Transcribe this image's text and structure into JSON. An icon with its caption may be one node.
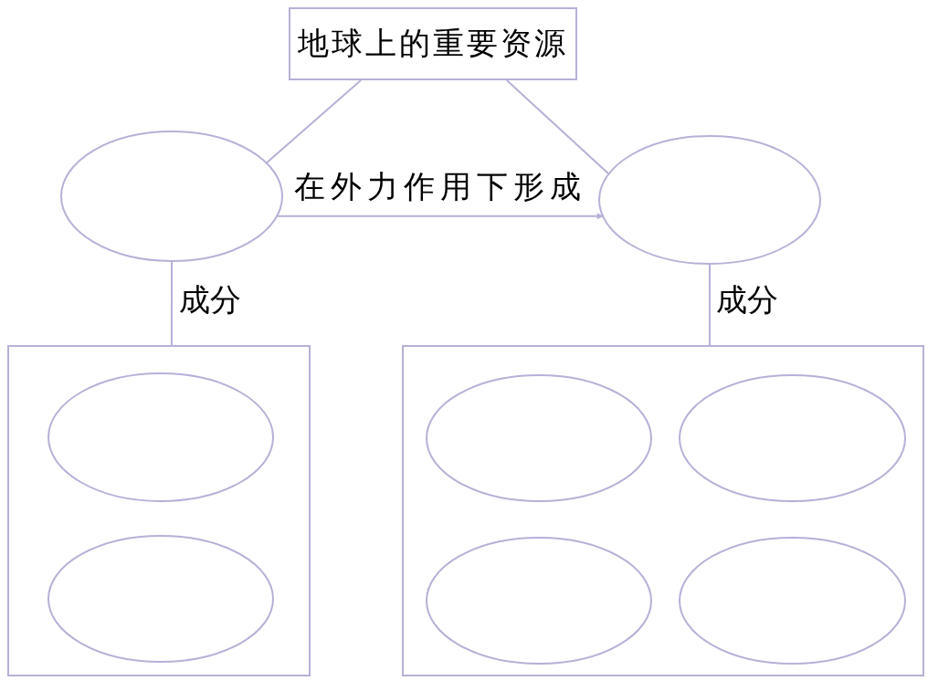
{
  "diagram": {
    "nodes": [
      {
        "text": [
          "地球上的重要资源"
        ]
      },
      {
        "text": [],
        "shape": "ellipse"
      },
      {
        "text": [],
        "shape": "ellipse"
      },
      {
        "text": [],
        "shape": "box"
      },
      {
        "text": [],
        "shape": "ellipse",
        "in": 3
      },
      {
        "text": [],
        "shape": "ellipse",
        "in": 3
      },
      {
        "text": [],
        "shape": "box"
      },
      {
        "text": [],
        "shape": "ellipse",
        "in": 6
      },
      {
        "text": [],
        "shape": "ellipse",
        "in": 6
      },
      {
        "text": [],
        "shape": "ellipse",
        "in": 6
      },
      {
        "text": [],
        "shape": "ellipse",
        "in": 6
      }
    ],
    "edges": [
      {
        "from": 0,
        "to": 1,
        "arrow": "none"
      },
      {
        "from": 0,
        "to": 2,
        "arrow": "none"
      },
      {
        "from": 1,
        "to": 2,
        "arrow": "to",
        "label": "在外力作用下形成"
      },
      {
        "from": 1,
        "to": 3,
        "arrow": "none",
        "label": "成分"
      },
      {
        "from": 2,
        "to": 6,
        "arrow": "none",
        "label": "成分"
      }
    ]
  }
}
